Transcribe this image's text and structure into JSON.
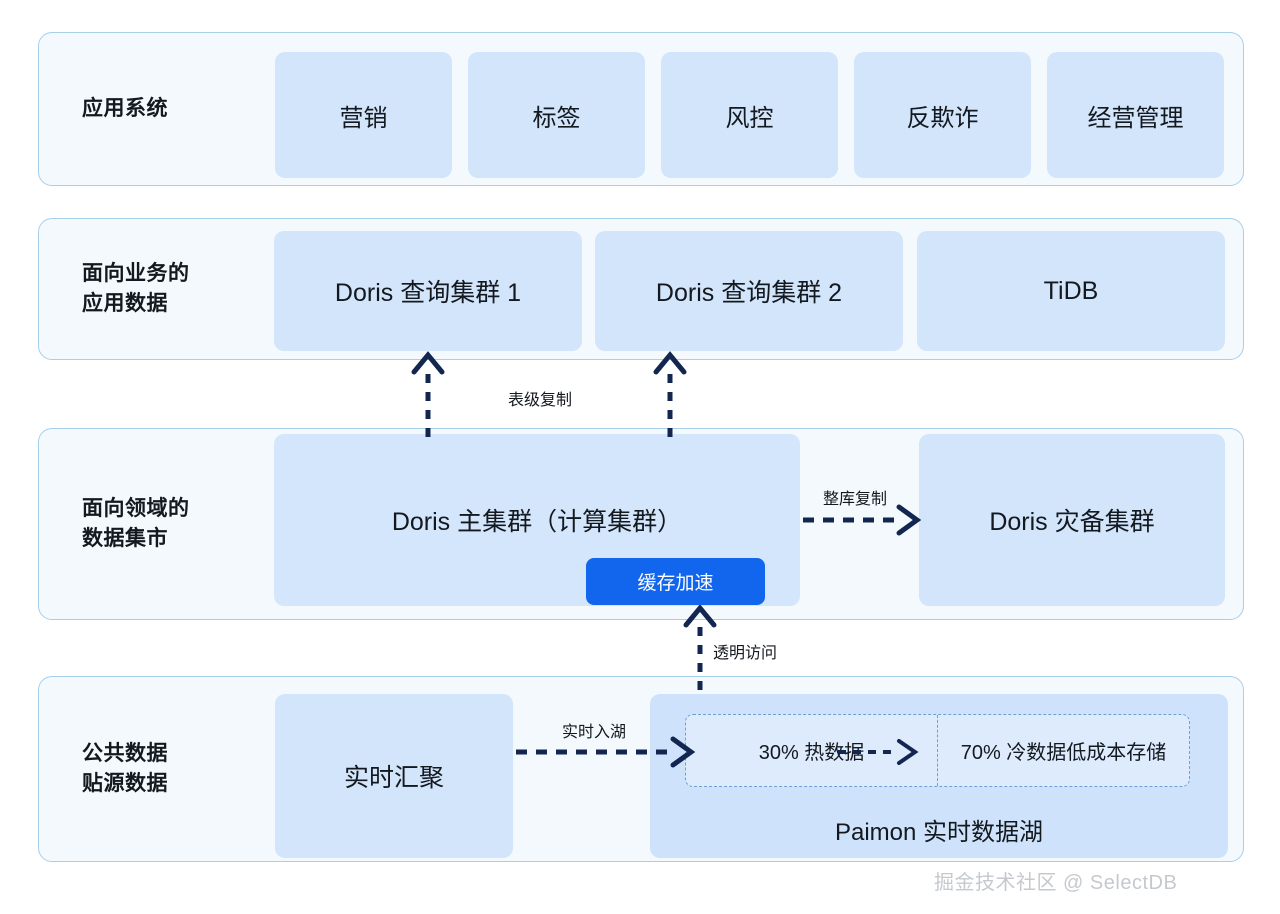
{
  "diagram": {
    "watermark": "掘金技术社区 @ SelectDB",
    "colors": {
      "band_fill": "#f3f9fd",
      "band_border": "#a8cfe9",
      "card_fill": "#d2e5fb",
      "accent_blue": "#1266ee",
      "arrow_navy": "#12264f",
      "text_dark": "#14181f",
      "dashed_border": "#6a9fd8",
      "watermark_gray": "#c5c9ce"
    }
  },
  "layers": [
    {
      "id": "application-systems",
      "label": "应用系统",
      "cards": [
        {
          "label": "营销"
        },
        {
          "label": "标签"
        },
        {
          "label": "风控"
        },
        {
          "label": "反欺诈"
        },
        {
          "label": "经营管理"
        }
      ]
    },
    {
      "id": "business-application-data",
      "label": "面向业务的\n应用数据",
      "cards": [
        {
          "label": "Doris 查询集群 1"
        },
        {
          "label": "Doris 查询集群 2"
        },
        {
          "label": "TiDB"
        }
      ]
    },
    {
      "id": "domain-data-mart",
      "label": "面向领域的\n数据集市",
      "cards": [
        {
          "label": "Doris 主集群（计算集群）"
        },
        {
          "label": "Doris 灾备集群"
        }
      ],
      "chip": {
        "label": "缓存加速"
      }
    },
    {
      "id": "public-source-data",
      "label": "公共数据\n贴源数据",
      "cards": [
        {
          "label": "实时汇聚"
        }
      ],
      "lake": {
        "title": "Paimon 实时数据湖",
        "tiers": [
          {
            "label": "30% 热数据"
          },
          {
            "label": "70% 冷数据低成本存储"
          }
        ]
      }
    }
  ],
  "connectors": [
    {
      "id": "table-level-replication",
      "label": "表级复制"
    },
    {
      "id": "full-db-replication",
      "label": "整库复制"
    },
    {
      "id": "transparent-access",
      "label": "透明访问"
    },
    {
      "id": "realtime-into-lake",
      "label": "实时入湖"
    }
  ]
}
